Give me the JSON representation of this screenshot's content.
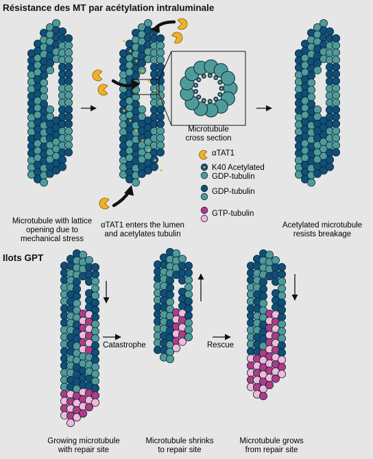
{
  "panel_a": {
    "title": "Résistance des MT par acétylation intraluminale",
    "cross_section_title": "Microtubule\ncross section",
    "captions": {
      "left": "Microtubule with lattice\nopening due to\nmechanical stress",
      "middle": "αTAT1 enters the lumen\nand acetylates tubulin",
      "right": "Acetylated microtubule\nresists breakage"
    },
    "legend": {
      "atat1": "αTAT1",
      "k40": "K40 Acetylated\nGDP-tubulin",
      "gdp": "GDP-tubulin",
      "gtp": "GTP-tubulin"
    }
  },
  "panel_b": {
    "title": "Ilots GPT",
    "arrow_labels": {
      "catastrophe": "Catastrophe",
      "rescue": "Rescue"
    },
    "captions": {
      "left": "Growing microtubule\nwith repair site",
      "middle": "Microtubule shrinks\nto repair site",
      "right": "Microtubule grows\nfrom repair site"
    }
  },
  "colors": {
    "gdp_dark": "#0f4f78",
    "gdp_teal": "#4f9b9a",
    "gtp_magenta": "#b23a86",
    "gtp_pink": "#f2b9d8",
    "atat1": "#f0b12a",
    "background": "#e6e6e6"
  }
}
